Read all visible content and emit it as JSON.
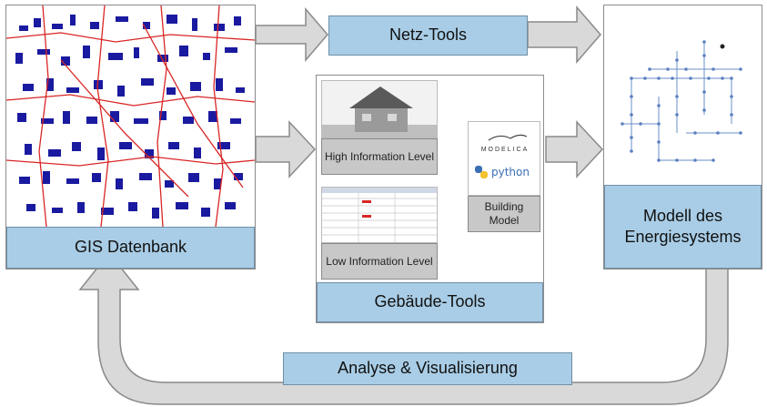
{
  "gis": {
    "label": "GIS Datenbank"
  },
  "netz": {
    "label": "Netz-Tools"
  },
  "gebaeude": {
    "label": "Gebäude-Tools",
    "high_info": "High Information Level",
    "low_info": "Low Information Level",
    "building_model": "Building Model",
    "logo_modelica": "MODELICA",
    "logo_python": "python"
  },
  "modell": {
    "label": "Modell des Energiesystems"
  },
  "feedback": {
    "label": "Analyse & Visualisierung"
  },
  "colors": {
    "label_blue": "#a9cde6",
    "arrow_gray": "#d9d9d9",
    "street_red": "#d92626",
    "building_blue": "#1a1aa0"
  }
}
